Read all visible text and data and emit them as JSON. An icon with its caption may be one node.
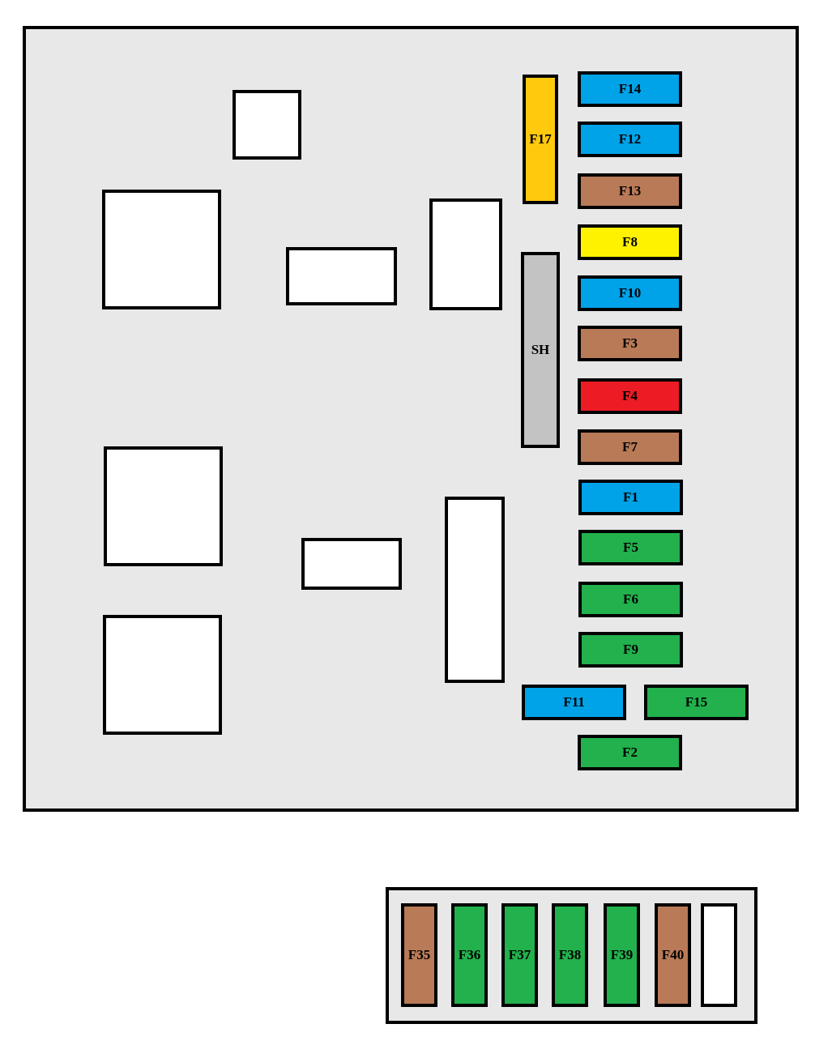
{
  "diagram": {
    "nodes": [
      {
        "text": [],
        "shape": "box"
      },
      {
        "text": [],
        "shape": "box",
        "in": 0
      },
      {
        "text": [
          "F17"
        ],
        "in": 0
      },
      {
        "text": [
          "F14"
        ],
        "in": 0
      },
      {
        "text": [
          "F12"
        ],
        "in": 0
      },
      {
        "text": [],
        "shape": "box",
        "in": 0
      },
      {
        "text": [
          "F13"
        ],
        "in": 0
      },
      {
        "text": [],
        "shape": "box",
        "in": 0
      },
      {
        "text": [
          "F8"
        ],
        "in": 0
      },
      {
        "text": [],
        "shape": "box",
        "in": 0
      },
      {
        "text": [
          "SH"
        ],
        "in": 0
      },
      {
        "text": [
          "F10"
        ],
        "in": 0
      },
      {
        "text": [
          "F3"
        ],
        "in": 0
      },
      {
        "text": [
          "F4"
        ],
        "in": 0
      },
      {
        "text": [
          "F7"
        ],
        "in": 0
      },
      {
        "text": [],
        "shape": "box",
        "in": 0
      },
      {
        "text": [
          "F1"
        ],
        "in": 0
      },
      {
        "text": [],
        "shape": "box",
        "in": 0
      },
      {
        "text": [
          "F5"
        ],
        "in": 0
      },
      {
        "text": [],
        "shape": "box",
        "in": 0
      },
      {
        "text": [
          "F6"
        ],
        "in": 0
      },
      {
        "text": [],
        "shape": "box",
        "in": 0
      },
      {
        "text": [
          "F9"
        ],
        "in": 0
      },
      {
        "text": [
          "F11"
        ],
        "in": 0
      },
      {
        "text": [
          "F15"
        ],
        "in": 0
      },
      {
        "text": [
          "F2"
        ],
        "in": 0
      },
      {
        "text": [],
        "shape": "box"
      },
      {
        "text": [
          "F35"
        ],
        "in": 26
      },
      {
        "text": [
          "F36"
        ],
        "in": 26
      },
      {
        "text": [
          "F37"
        ],
        "in": 26
      },
      {
        "text": [
          "F38"
        ],
        "in": 26
      },
      {
        "text": [
          "F39"
        ],
        "in": 26
      },
      {
        "text": [
          "F40"
        ],
        "in": 26
      },
      {
        "text": [],
        "shape": "box",
        "in": 26
      }
    ]
  }
}
